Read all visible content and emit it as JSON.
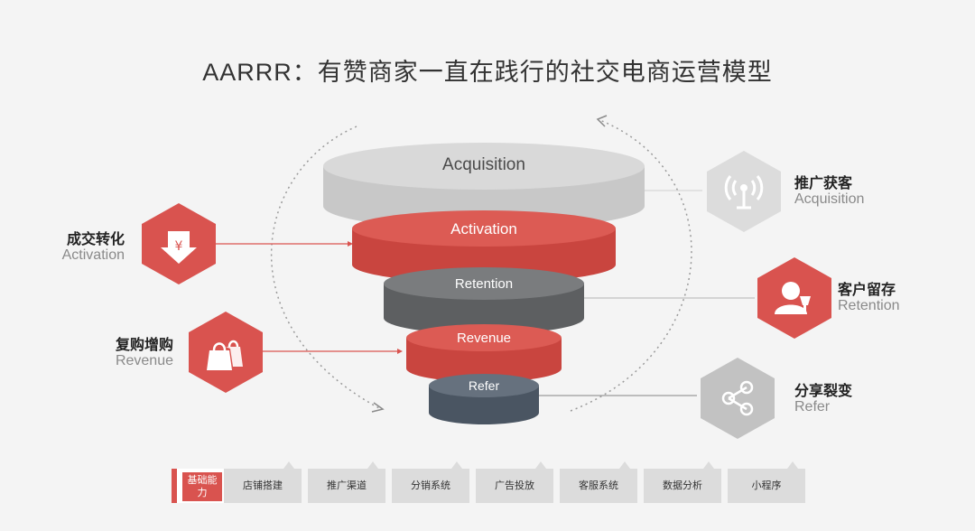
{
  "title": "AARRR：有赞商家一直在践行的社交电商运营模型",
  "funnel": {
    "levels": [
      {
        "label": "Acquisition",
        "color": "#c8c8c8",
        "top_color": "#d9d9d9",
        "text_color": "#4a4a4a"
      },
      {
        "label": "Activation",
        "color": "#c9453f",
        "top_color": "#dc5b54",
        "text_color": "#ffffff"
      },
      {
        "label": "Retention",
        "color": "#5d5f61",
        "top_color": "#7a7c7e",
        "text_color": "#ffffff"
      },
      {
        "label": "Revenue",
        "color": "#c9453f",
        "top_color": "#dc5b54",
        "text_color": "#ffffff"
      },
      {
        "label": "Refer",
        "color": "#4a5562",
        "top_color": "#66717e",
        "text_color": "#ffffff"
      }
    ]
  },
  "left_items": [
    {
      "cn": "成交转化",
      "en": "Activation",
      "icon": "yen-download-icon",
      "hex_color": "#d9534f"
    },
    {
      "cn": "复购增购",
      "en": "Revenue",
      "icon": "shopping-bags-icon",
      "hex_color": "#d9534f"
    }
  ],
  "right_items": [
    {
      "cn": "推广获客",
      "en": "Acquisition",
      "icon": "broadcast-tower-icon",
      "hex_color": "#d8d8d8"
    },
    {
      "cn": "客户留存",
      "en": "Retention",
      "icon": "customer-service-icon",
      "hex_color": "#d9534f"
    },
    {
      "cn": "分享裂变",
      "en": "Refer",
      "icon": "share-icon",
      "hex_color": "#bdbdbd"
    }
  ],
  "bottom": {
    "base_label": "基础能力",
    "capabilities": [
      "店铺搭建",
      "推广渠道",
      "分销系统",
      "广告投放",
      "客服系统",
      "数据分析",
      "小程序"
    ]
  }
}
